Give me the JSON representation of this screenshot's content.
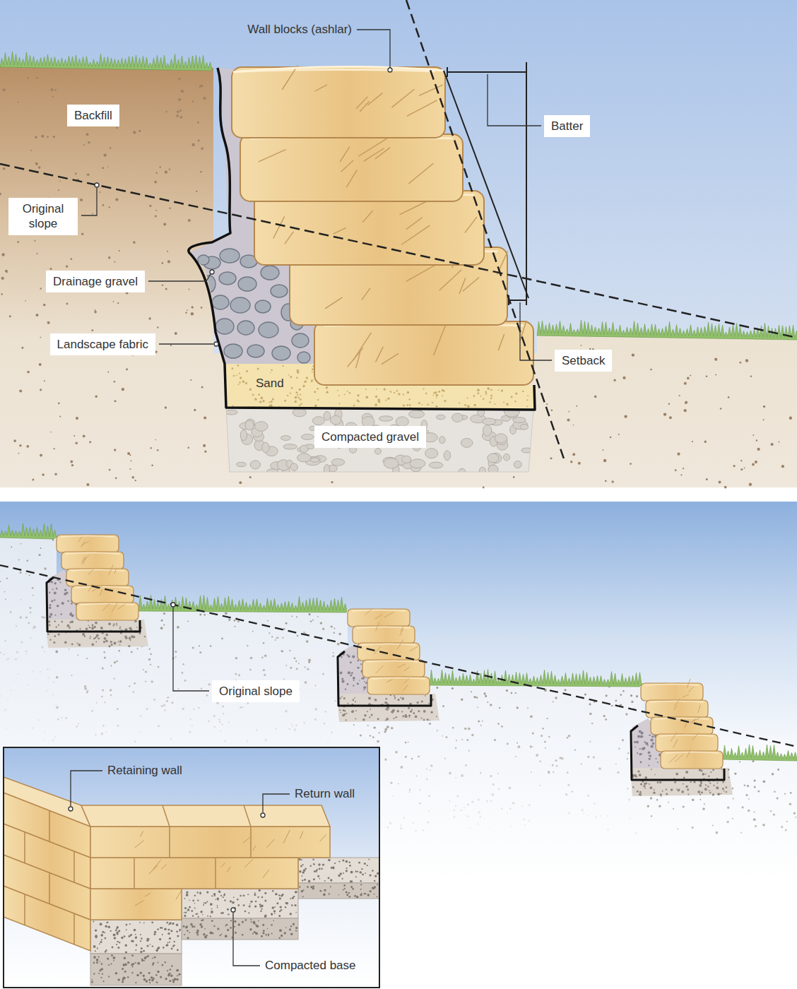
{
  "diagram": {
    "labels": [
      "Wall blocks (ashlar)",
      "Batter",
      "Backfill",
      "Original slope",
      "Drainage gravel",
      "Landscape fabric",
      "Setback",
      "Sand",
      "Compacted gravel",
      "Original slope",
      "Retaining wall",
      "Return wall",
      "Compacted base"
    ]
  }
}
